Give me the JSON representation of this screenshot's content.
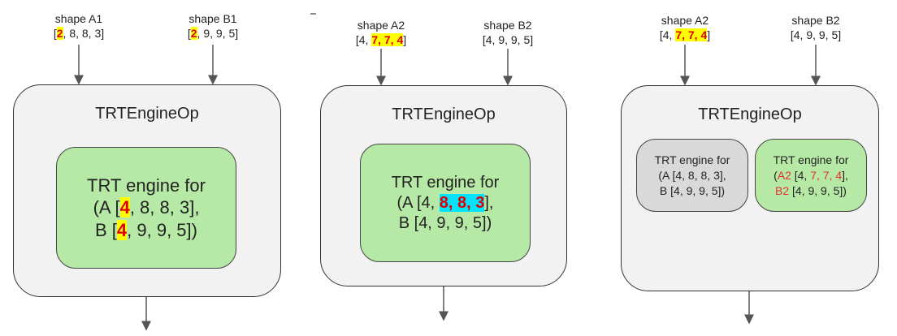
{
  "panels": [
    {
      "inputs": [
        {
          "label": "shape A1",
          "shape_parts": [
            "[",
            "2",
            ", 8, 8, 3]"
          ]
        },
        {
          "label": "shape B1",
          "shape_parts": [
            "[",
            "2",
            ", 9, 9, 5]"
          ]
        }
      ],
      "op_title": "TRTEngineOp",
      "engine": {
        "line1": "TRT engine for",
        "line2_parts": [
          "(A [",
          "4",
          ", 8, 8, 3],"
        ],
        "line3_parts": [
          "B [",
          "4",
          ", 9, 9, 5])"
        ]
      }
    },
    {
      "inputs": [
        {
          "label": "shape A2",
          "shape_parts": [
            "[4, ",
            "7, 7, 4",
            "]"
          ]
        },
        {
          "label": "shape B2",
          "shape": "[4, 9, 9, 5]"
        }
      ],
      "op_title": "TRTEngineOp",
      "engine": {
        "line1": "TRT engine for",
        "line2_parts": [
          "(A [4, ",
          "8, 8, 3",
          "],"
        ],
        "line3": "B [4, 9, 9, 5])"
      }
    },
    {
      "inputs": [
        {
          "label": "shape A2",
          "shape_parts": [
            "[4, ",
            "7, 7, 4",
            "]"
          ]
        },
        {
          "label": "shape B2",
          "shape": "[4, 9, 9, 5]"
        }
      ],
      "op_title": "TRTEngineOp",
      "engine_old": {
        "line1": "TRT engine for",
        "line2": "(A [4, 8, 8, 3],",
        "line3": "B [4, 9, 9, 5])"
      },
      "engine_new": {
        "line1": "TRT engine for",
        "line2_parts": [
          "(",
          "A2",
          " [4, ",
          "7, 7, 4",
          "],"
        ],
        "line3_parts": [
          "B2",
          " [4, 9, 9, 5])"
        ]
      }
    }
  ],
  "colors": {
    "highlight_yellow": "#ffff00",
    "highlight_cyan": "#00e5ff",
    "highlight_text_red": "#e00000",
    "engine_green": "#b6e9a5",
    "engine_gray": "#d9d9d9",
    "op_fill": "#f2f2f2"
  }
}
